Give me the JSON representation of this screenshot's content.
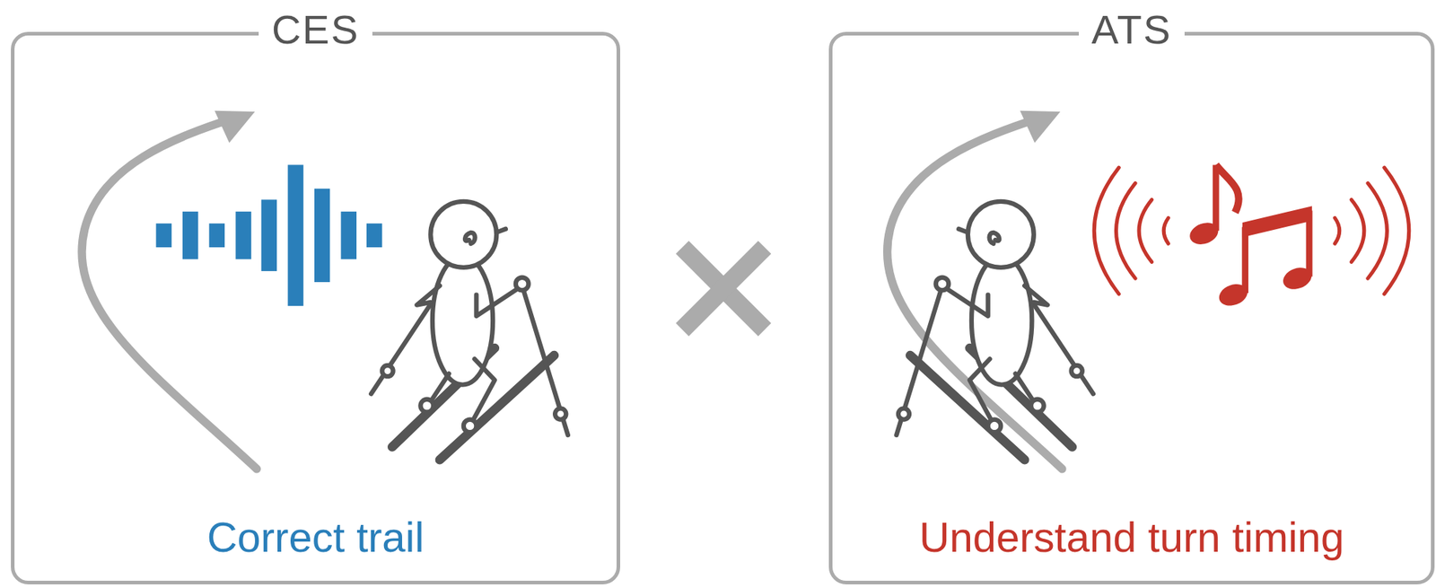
{
  "diagram": {
    "nodes": [
      {
        "text": [
          "CES",
          "Correct trail"
        ]
      },
      {
        "text": [
          "ATS",
          "Understand turn timing"
        ]
      }
    ]
  }
}
